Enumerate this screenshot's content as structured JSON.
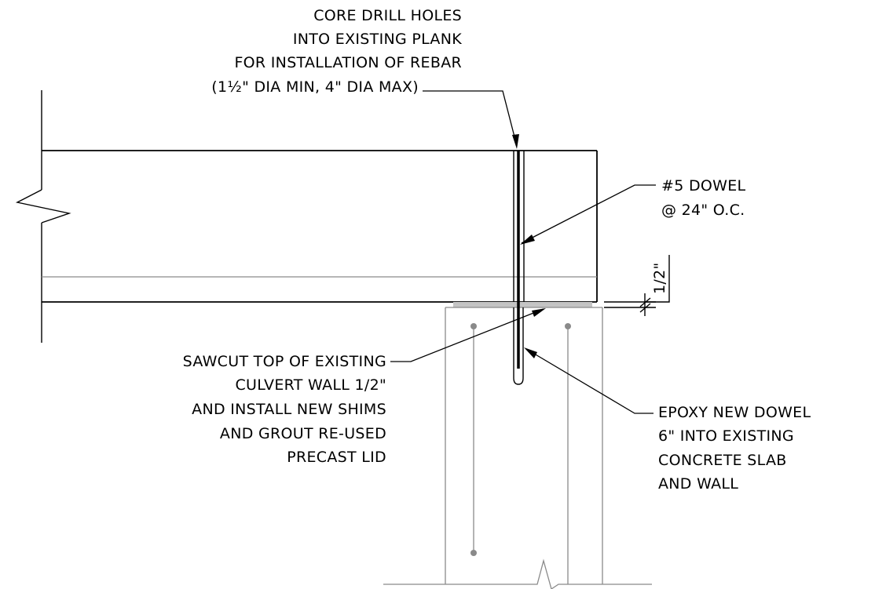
{
  "notes": {
    "core_drill": [
      "CORE DRILL HOLES",
      "INTO EXISTING PLANK",
      "FOR INSTALLATION OF REBAR",
      "(1½\" DIA MIN, 4\" DIA MAX)"
    ],
    "dowel": [
      "#5 DOWEL",
      "@ 24\" O.C."
    ],
    "sawcut": [
      "SAWCUT TOP OF EXISTING",
      "CULVERT WALL 1/2\"",
      "AND INSTALL NEW SHIMS",
      "AND GROUT RE-USED",
      "PRECAST LID"
    ],
    "epoxy": [
      "EPOXY NEW DOWEL",
      "6\" INTO EXISTING",
      "CONCRETE SLAB",
      "AND WALL"
    ],
    "dimension": "1/2\""
  }
}
